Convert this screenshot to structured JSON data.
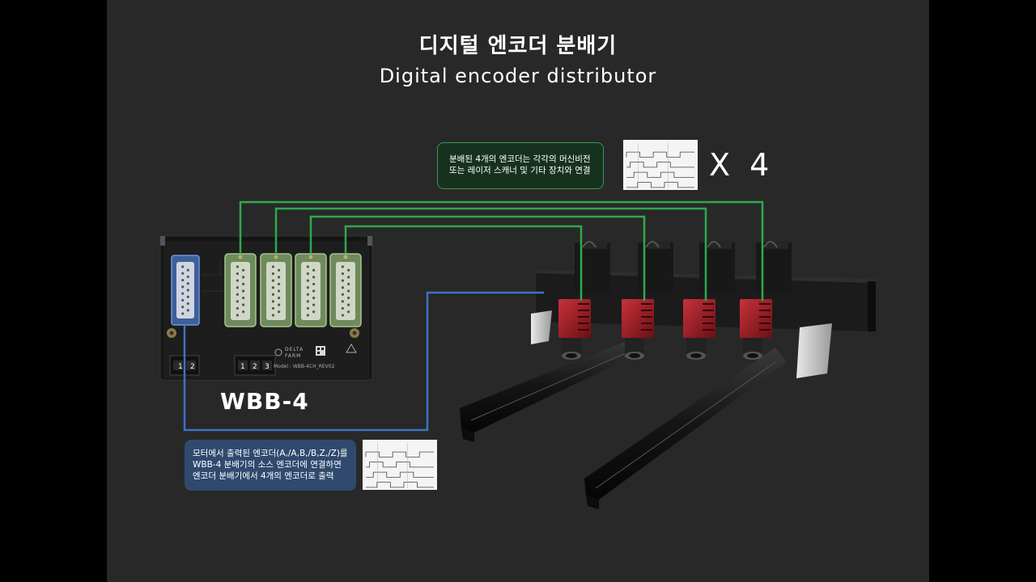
{
  "title": {
    "korean": "디지털 엔코더 분배기",
    "english": "Digital encoder distributor"
  },
  "callout_output": {
    "lines": [
      "분배된 4개의 엔코더는 각각의 머신비전",
      "또는 레이저 스캐너 및 기타 장치와 연결"
    ]
  },
  "callout_input": {
    "lines": [
      "모터에서 출력된 엔코더(A,/A,B,/B,Z,/Z)를",
      "WBB-4 분배기의 소스 엔코더에 연결하면",
      "엔코더 분배기에서 4개의 엔코더로 출력"
    ]
  },
  "multiplier": "X 4",
  "device": {
    "label": "WBB-4",
    "brand_line1": "DELTA",
    "brand_line2": "FARM",
    "model": "Model : WBB-4CH_REV02",
    "terminal_2pin": [
      "1",
      "2"
    ],
    "terminal_3pin": [
      "1",
      "2",
      "3"
    ]
  },
  "colors": {
    "background": "#282828",
    "output_wire": "#2fa84f",
    "input_wire": "#3d73c4",
    "output_callout_border": "#3a9a54",
    "input_callout_fill": "#2f4a6e"
  },
  "icons": [
    "encoder-waveform-icon",
    "db15-connector-icon",
    "camera-icon",
    "linear-stage-icon"
  ]
}
